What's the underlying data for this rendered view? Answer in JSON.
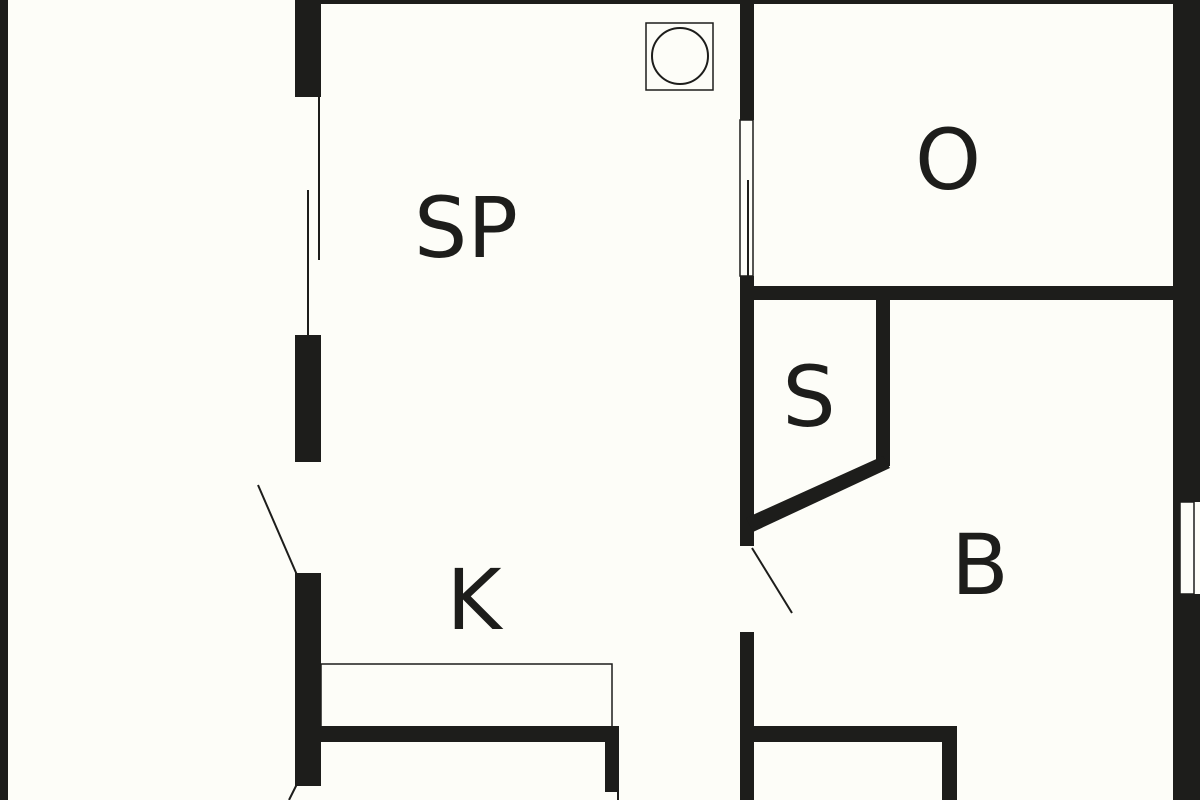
{
  "floor_plan": {
    "rooms": [
      {
        "id": "sp",
        "label": "SP"
      },
      {
        "id": "o",
        "label": "O"
      },
      {
        "id": "s",
        "label": "S"
      },
      {
        "id": "k",
        "label": "K"
      },
      {
        "id": "b",
        "label": "B"
      }
    ],
    "symbols": [
      {
        "id": "round-fixture",
        "icon": "circle-in-square-icon"
      }
    ]
  },
  "colors": {
    "background": "#fdfdf8",
    "walls": "#1d1d1b"
  }
}
